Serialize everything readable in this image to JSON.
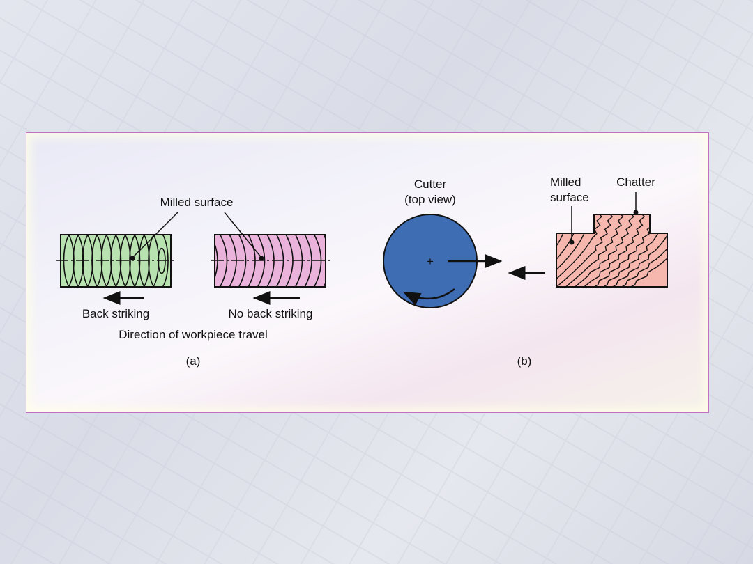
{
  "panel_a": {
    "milled_surface_label": "Milled surface",
    "back_striking_label": "Back striking",
    "no_back_striking_label": "No back striking",
    "direction_label": "Direction of workpiece travel",
    "caption": "(a)"
  },
  "panel_b": {
    "cutter_label_line1": "Cutter",
    "cutter_label_line2": "(top view)",
    "milled_surface_line1": "Milled",
    "milled_surface_line2": "surface",
    "chatter_label": "Chatter",
    "caption": "(b)"
  },
  "colors": {
    "green": "#b8e3b0",
    "pink": "#e9b3dc",
    "salmon": "#f6b7ae",
    "blue": "#3f6db4"
  }
}
